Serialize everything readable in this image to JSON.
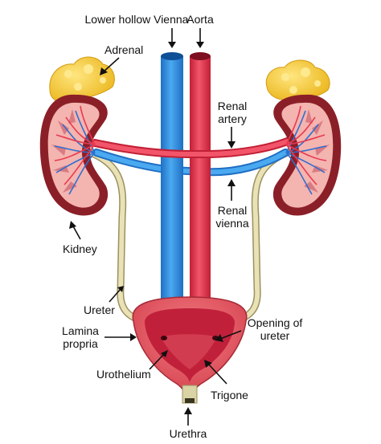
{
  "labels": {
    "lower_hollow_vienna": "Lower hollow Vienna",
    "aorta": "Aorta",
    "adrenal": "Adrenal",
    "renal_artery_1": "Renal",
    "renal_artery_2": "artery",
    "renal_vienna_1": "Renal",
    "renal_vienna_2": "vienna",
    "kidney": "Kidney",
    "ureter": "Ureter",
    "lamina_propria_1": "Lamina",
    "lamina_propria_2": "propria",
    "opening_of_ureter_1": "Opening of",
    "opening_of_ureter_2": "ureter",
    "urothelium": "Urothelium",
    "trigone": "Trigone",
    "urethra": "Urethra"
  },
  "colors": {
    "vein": "#2e8fe0",
    "artery": "#e8394f",
    "adrenal": "#f6cc2a",
    "kidney_cortex": "#8b1f28",
    "kidney_inner": "#f2a6a6",
    "ureter": "#e3dcaa",
    "bladder": "#e05560",
    "bladder_inner": "#c1203a"
  }
}
